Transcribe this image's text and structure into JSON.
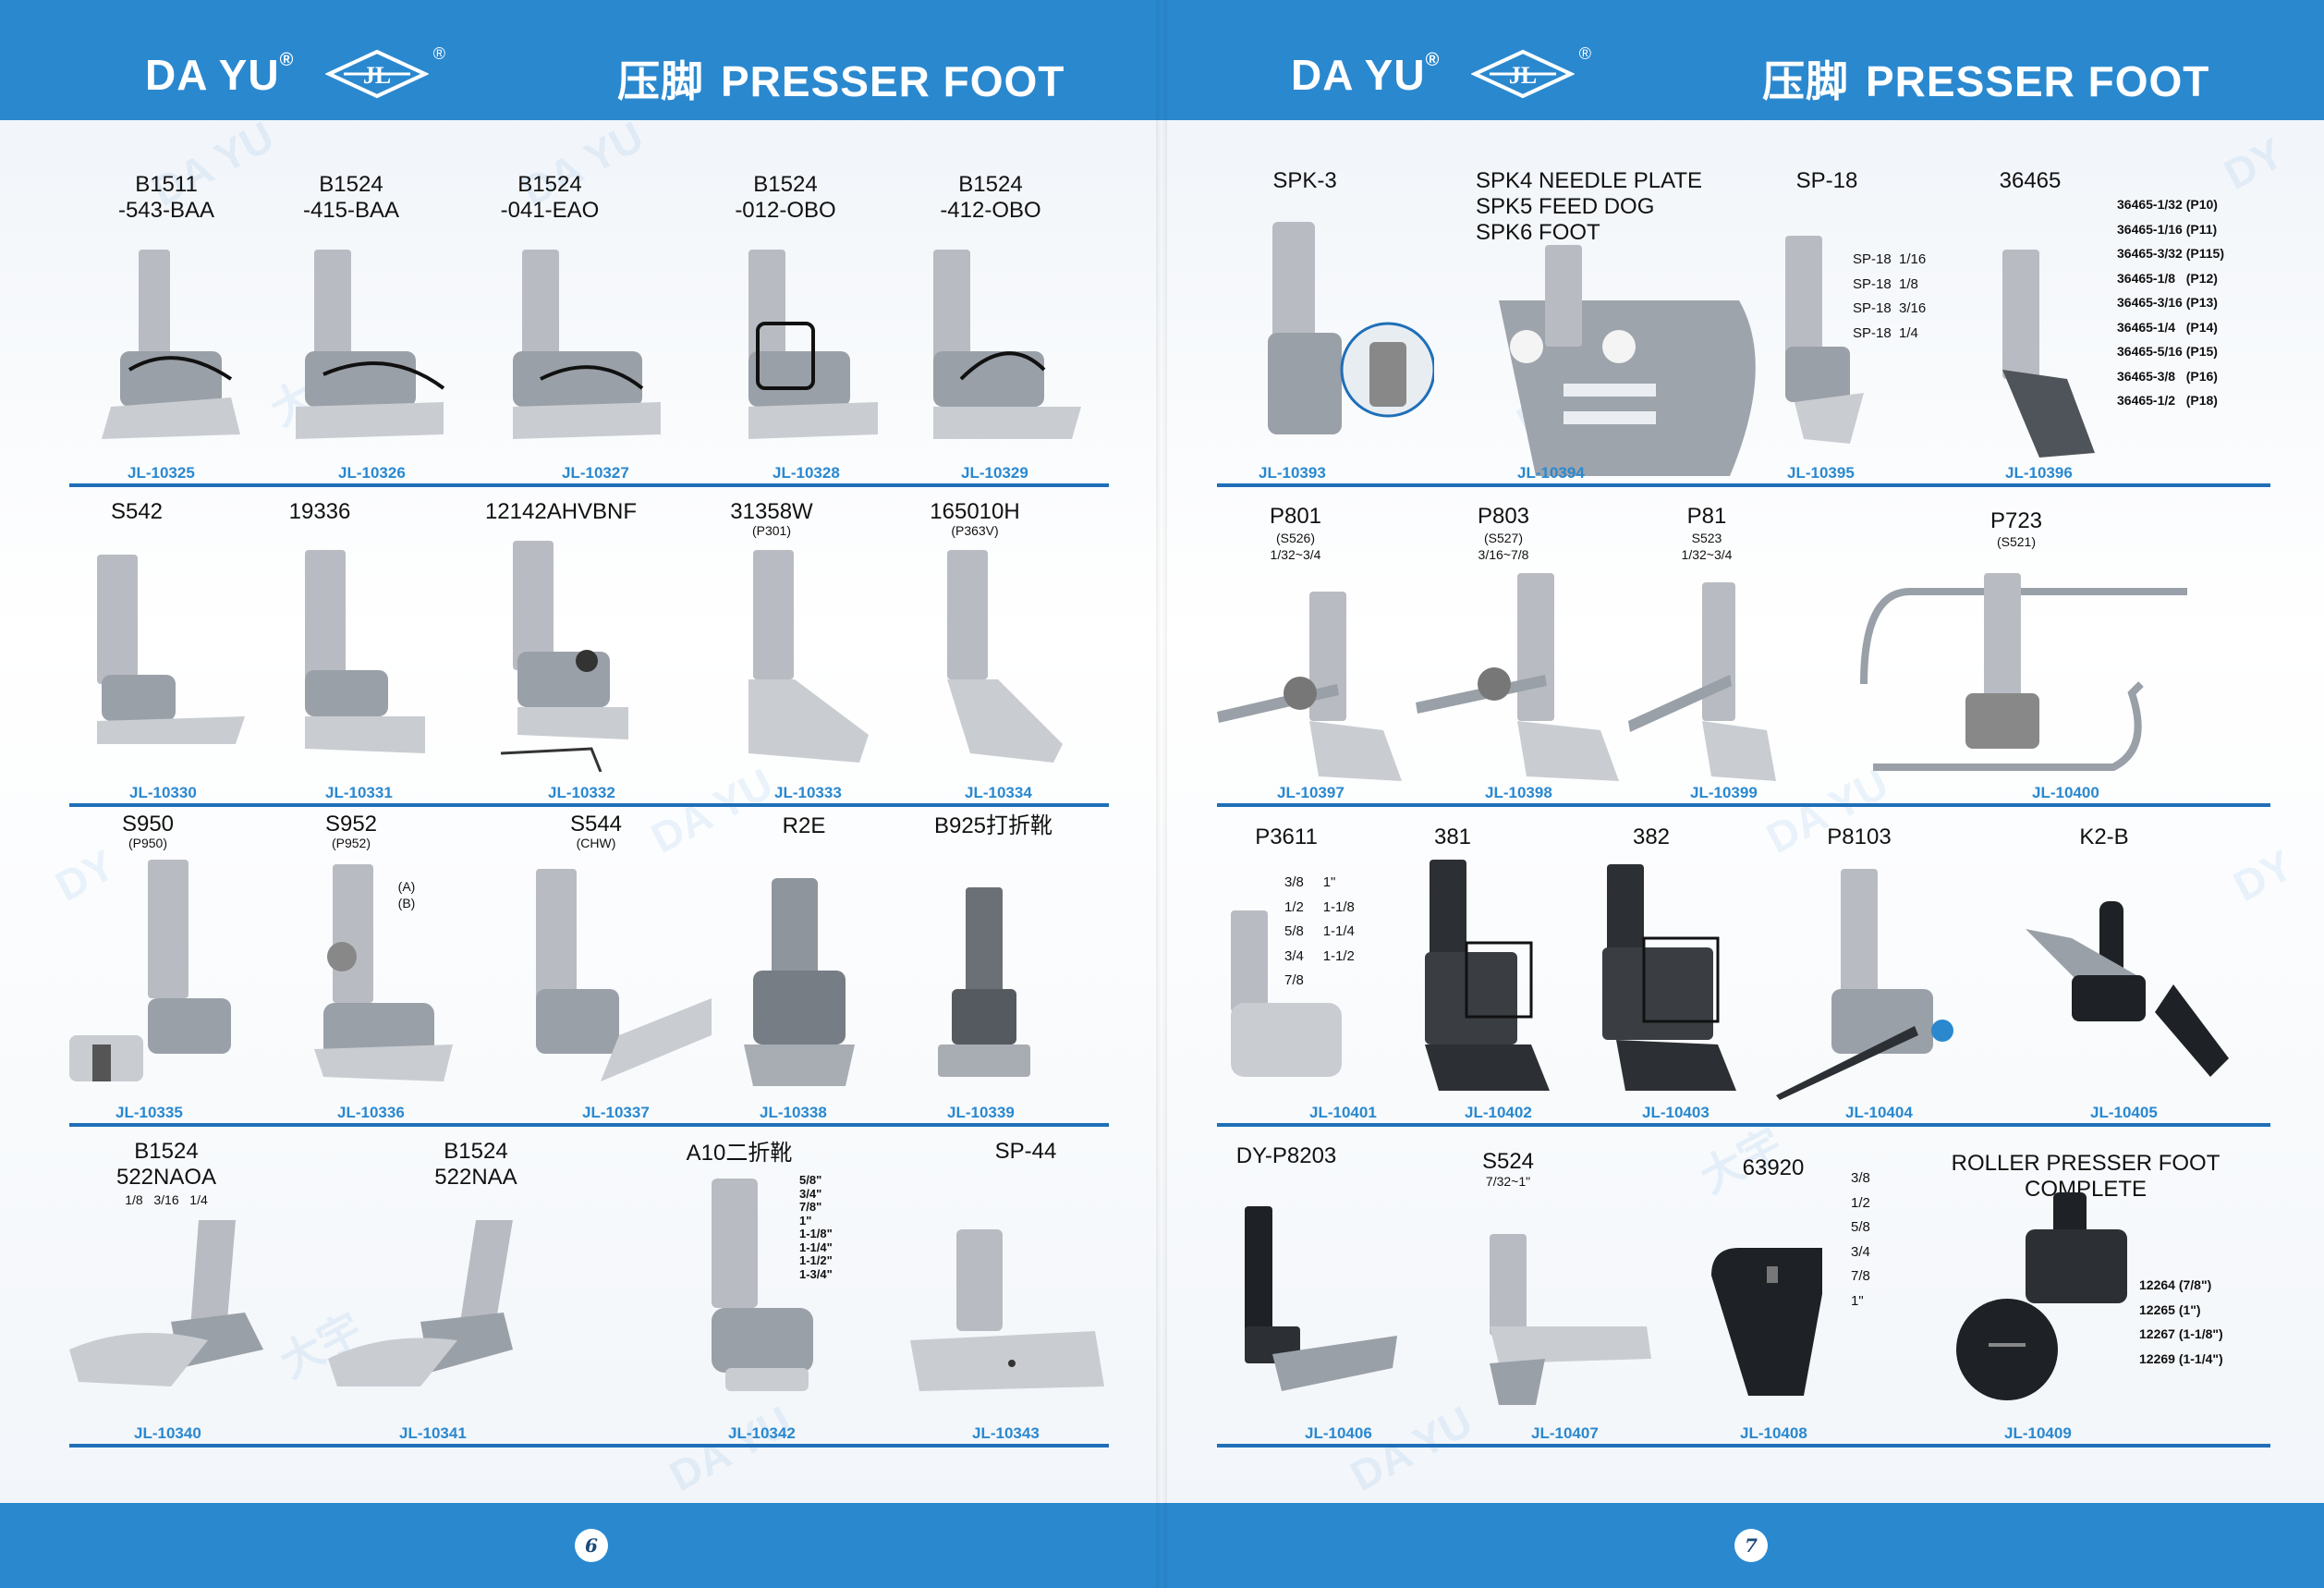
{
  "colors": {
    "brand_blue": "#2a88cf",
    "rule_blue": "#1f6fb8",
    "code_blue": "#2a88cf"
  },
  "left": {
    "header": {
      "brand": "DA YU",
      "reg": "®",
      "logo_text": "JL",
      "title_cn": "压脚",
      "title_en": "PRESSER FOOT"
    },
    "page_number": "6",
    "items": [
      {
        "label": "B1511\n-543-BAA",
        "code": "JL-10325"
      },
      {
        "label": "B1524\n-415-BAA",
        "code": "JL-10326"
      },
      {
        "label": "B1524\n-041-EAO",
        "code": "JL-10327"
      },
      {
        "label": "B1524\n-012-OBO",
        "code": "JL-10328"
      },
      {
        "label": "B1524\n-412-OBO",
        "code": "JL-10329"
      },
      {
        "label": "S542",
        "code": "JL-10330"
      },
      {
        "label": "19336",
        "code": "JL-10331"
      },
      {
        "label": "12142AHVBNF",
        "code": "JL-10332"
      },
      {
        "label": "31358W",
        "sub": "(P301)",
        "code": "JL-10333"
      },
      {
        "label": "165010H",
        "sub": "(P363V)",
        "code": "JL-10334"
      },
      {
        "label": "S950",
        "sub": "(P950)",
        "code": "JL-10335"
      },
      {
        "label": "S952",
        "sub": "(P952)",
        "extra": "(A)\n(B)",
        "code": "JL-10336"
      },
      {
        "label": "S544",
        "sub": "(CHW)",
        "code": "JL-10337"
      },
      {
        "label": "R2E",
        "code": "JL-10338"
      },
      {
        "label": "B925打折靴",
        "code": "JL-10339"
      },
      {
        "label": "B1524\n522NAOA",
        "sub": "1/8   3/16   1/4",
        "code": "JL-10340"
      },
      {
        "label": "B1524\n522NAA",
        "code": "JL-10341"
      },
      {
        "label": "A10二折靴",
        "spec": "5/8\"\n3/4\"\n7/8\"\n1\"\n1-1/8\"\n1-1/4\"\n1-1/2\"\n1-3/4\"",
        "code": "JL-10342"
      },
      {
        "label": "SP-44",
        "code": "JL-10343"
      }
    ]
  },
  "right": {
    "header": {
      "brand": "DA YU",
      "reg": "®",
      "logo_text": "JL",
      "title_cn": "压脚",
      "title_en": "PRESSER FOOT"
    },
    "page_number": "7",
    "items": [
      {
        "label": "SPK-3",
        "code": "JL-10393"
      },
      {
        "label": "SPK4 NEEDLE PLATE\nSPK5 FEED DOG\nSPK6 FOOT",
        "code": "JL-10394"
      },
      {
        "label": "SP-18",
        "spec": "SP-18  1/16\nSP-18  1/8\nSP-18  3/16\nSP-18  1/4",
        "code": "JL-10395"
      },
      {
        "label": "36465",
        "spec": "36465-1/32 (P10)\n36465-1/16 (P11)\n36465-3/32 (P115)\n36465-1/8   (P12)\n36465-3/16 (P13)\n36465-1/4   (P14)\n36465-5/16 (P15)\n36465-3/8   (P16)\n36465-1/2   (P18)",
        "code": "JL-10396"
      },
      {
        "label": "P801",
        "sub": "(S526)\n1/32~3/4",
        "code": "JL-10397"
      },
      {
        "label": "P803",
        "sub": "(S527)\n3/16~7/8",
        "code": "JL-10398"
      },
      {
        "label": "P81",
        "sub": "S523\n1/32~3/4",
        "code": "JL-10399"
      },
      {
        "label": "P723",
        "sub": "(S521)",
        "code": "JL-10400"
      },
      {
        "label": "P3611",
        "spec": "3/8     1\"\n1/2     1-1/8\n5/8     1-1/4\n3/4     1-1/2\n7/8",
        "code": "JL-10401"
      },
      {
        "label": "381",
        "code": "JL-10402"
      },
      {
        "label": "382",
        "code": "JL-10403"
      },
      {
        "label": "P8103",
        "code": "JL-10404"
      },
      {
        "label": "K2-B",
        "code": "JL-10405"
      },
      {
        "label": "DY-P8203",
        "code": "JL-10406"
      },
      {
        "label": "S524",
        "sub": "7/32~1\"",
        "code": "JL-10407"
      },
      {
        "label": "63920",
        "spec": "3/8\n1/2\n5/8\n3/4\n7/8\n1\"",
        "code": "JL-10408"
      },
      {
        "label": "ROLLER PRESSER FOOT\nCOMPLETE",
        "spec": "12264 (7/8\")\n12265 (1\")\n12267 (1-1/8\")\n12269 (1-1/4\")",
        "code": "JL-10409"
      }
    ]
  },
  "watermark": {
    "text_en": "DA YU",
    "text_cn": "大宇",
    "mark": "DY"
  }
}
